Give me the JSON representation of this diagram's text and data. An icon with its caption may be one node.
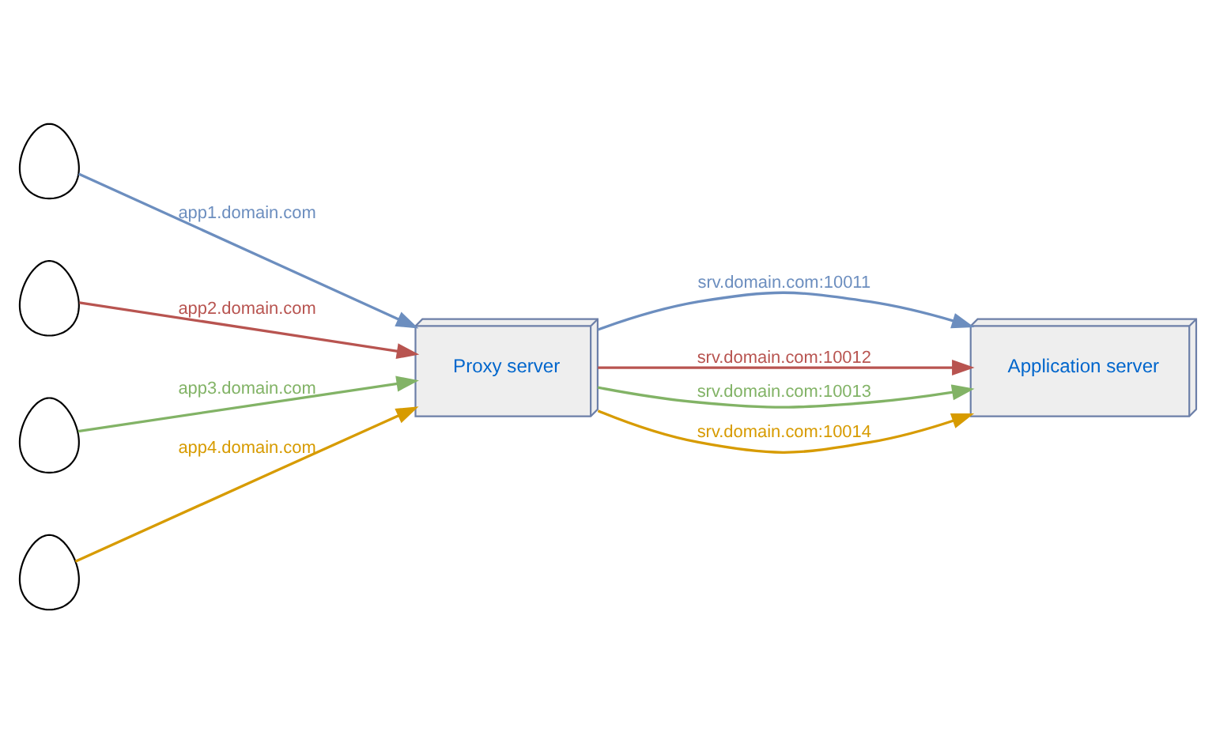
{
  "diagram": {
    "nodes": [
      {
        "text": [],
        "shape": "person"
      },
      {
        "text": [],
        "shape": "person"
      },
      {
        "text": [],
        "shape": "person"
      },
      {
        "text": [],
        "shape": "person"
      },
      {
        "text": [
          "Proxy server"
        ]
      },
      {
        "text": [
          "Application server"
        ]
      }
    ],
    "edges": [
      {
        "from": 0,
        "to": 4,
        "arrow": "to",
        "label": "app1.domain.com",
        "color": "#6c8ebf"
      },
      {
        "from": 1,
        "to": 4,
        "arrow": "to",
        "label": "app2.domain.com",
        "color": "#b85450"
      },
      {
        "from": 2,
        "to": 4,
        "arrow": "to",
        "label": "app3.domain.com",
        "color": "#82b366"
      },
      {
        "from": 3,
        "to": 4,
        "arrow": "to",
        "label": "app4.domain.com",
        "color": "#d79b00"
      },
      {
        "from": 4,
        "to": 5,
        "arrow": "to",
        "label": "srv.domain.com:10011",
        "color": "#6c8ebf"
      },
      {
        "from": 4,
        "to": 5,
        "arrow": "to",
        "label": "srv.domain.com:10012",
        "color": "#b85450"
      },
      {
        "from": 4,
        "to": 5,
        "arrow": "to",
        "label": "srv.domain.com:10013",
        "color": "#82b366"
      },
      {
        "from": 4,
        "to": 5,
        "arrow": "to",
        "label": "srv.domain.com:10014",
        "color": "#d79b00"
      }
    ]
  }
}
